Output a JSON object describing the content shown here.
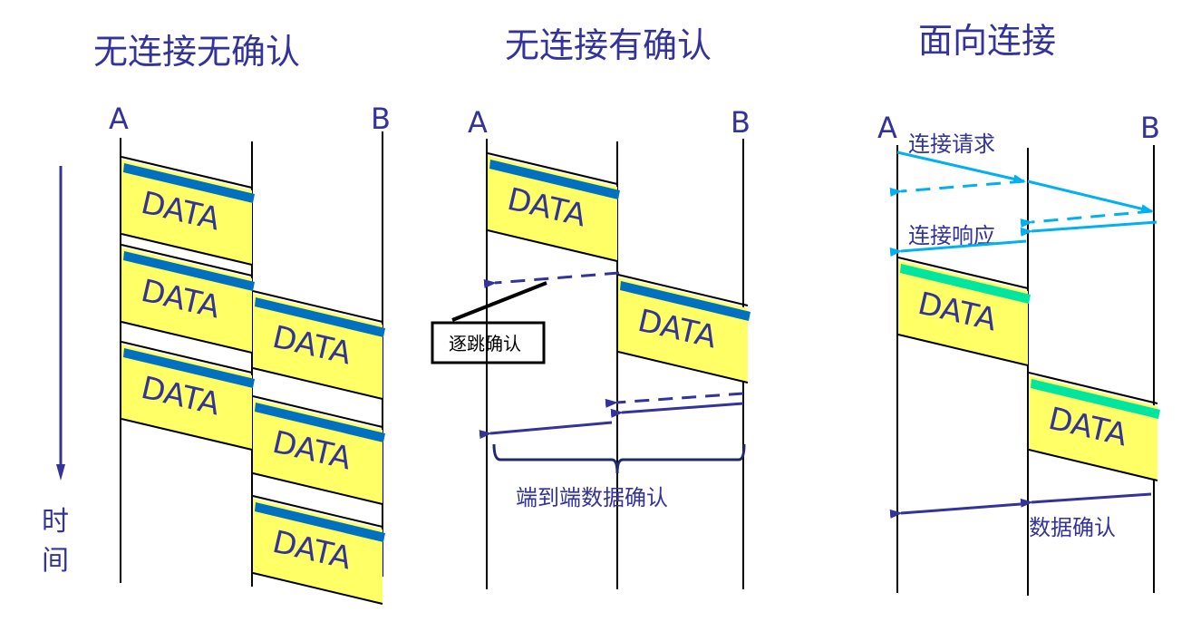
{
  "panels": [
    {
      "title": "无连接无确认",
      "node_a": "A",
      "node_b": "B",
      "time_label": [
        "时",
        "间"
      ],
      "packet_label": "DATA"
    },
    {
      "title": "无连接有确认",
      "node_a": "A",
      "node_b": "B",
      "packet_label": "DATA",
      "callout": "逐跳确认",
      "brace_label": "端到端数据确认"
    },
    {
      "title": "面向连接",
      "node_a": "A",
      "node_b": "B",
      "packet_label": "DATA",
      "request_label": "连接请求",
      "response_label": "连接响应",
      "ack_label": "数据确认"
    }
  ],
  "colors": {
    "text": "#333399",
    "packet_fill": "#ffff66",
    "packet_stripe_blue": "#0070c0",
    "packet_stripe_green": "#00e6a0",
    "connection_arrow": "#00b0f0",
    "ack_arrow": "#333399"
  }
}
